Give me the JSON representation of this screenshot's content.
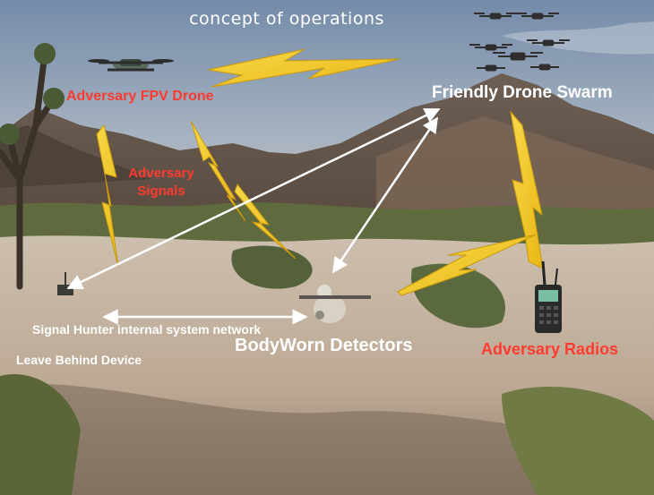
{
  "title": "concept of operations",
  "labels": {
    "fpv_drone": "Adversary FPV Drone",
    "adversary_signals": "Adversary Signals",
    "drone_swarm": "Friendly Drone Swarm",
    "network": "Signal Hunter internal system network",
    "leave_behind": "Leave Behind Device",
    "bodyworn": "BodyWorn Detectors",
    "radios": "Adversary Radios"
  },
  "colors": {
    "adversary_label": "#ff3b30",
    "friendly_label": "#ffffff",
    "lightning": "#f5c518",
    "arrow": "#ffffff",
    "sky_top": "#7f97b3",
    "sand": "#c9b9a4"
  },
  "icons": [
    "fpv-drone-icon",
    "drone-swarm-icon",
    "lightning-bolt-icon",
    "soldier-icon",
    "handheld-radio-icon",
    "leave-behind-device-icon",
    "joshua-tree-icon"
  ]
}
